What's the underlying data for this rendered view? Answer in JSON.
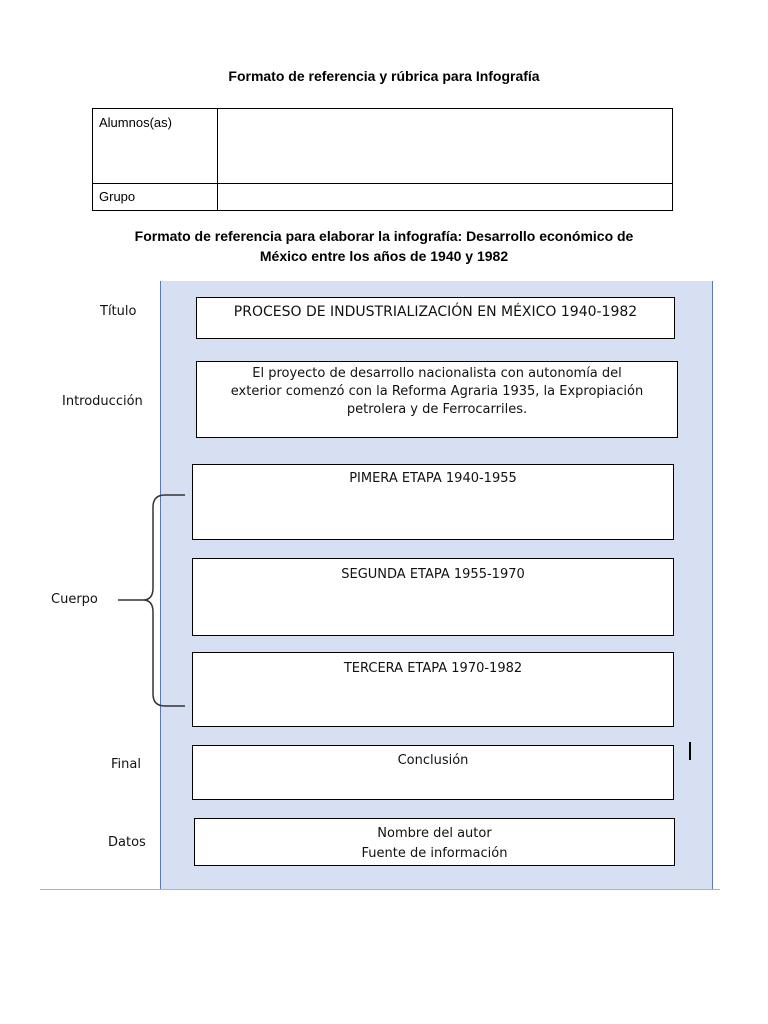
{
  "page": {
    "title": "Formato de referencia y rúbrica para Infografía",
    "subtitle_line1": "Formato de referencia para elaborar la infografía: Desarrollo económico de",
    "subtitle_line2": "México entre los años de 1940 y 1982"
  },
  "info_table": {
    "students_label": "Alumnos(as)",
    "students_value": "",
    "group_label": "Grupo",
    "group_value": ""
  },
  "diagram": {
    "labels": {
      "title": "Título",
      "introduction": "Introducción",
      "body": "Cuerpo",
      "final": "Final",
      "data": "Datos"
    },
    "title_box": "PROCESO DE INDUSTRIALIZACIÓN EN MÉXICO 1940-1982",
    "intro_box": {
      "line1": "El proyecto de desarrollo nacionalista con autonomía del",
      "line2": "exterior comenzó con la Reforma Agraria 1935, la Expropiación",
      "line3": "petrolera y de Ferrocarriles."
    },
    "stages": [
      "PIMERA ETAPA 1940-1955",
      "SEGUNDA ETAPA 1955-1970",
      "TERCERA ETAPA 1970-1982"
    ],
    "final_box": "Conclusión",
    "data_box": {
      "line1": "Nombre del autor",
      "line2": "Fuente de información"
    }
  }
}
